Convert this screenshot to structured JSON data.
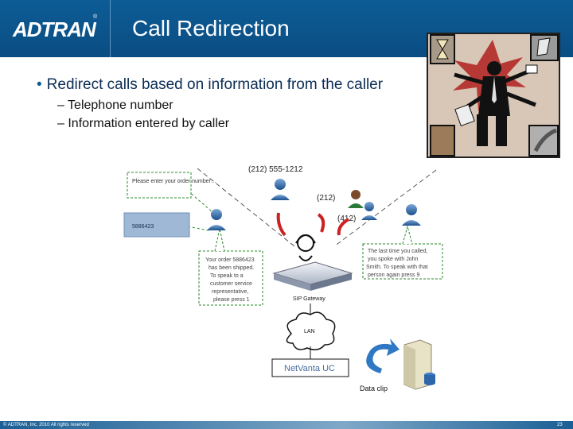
{
  "header": {
    "logo": "ADTRAN",
    "logo_mark": "®",
    "title": "Call Redirection"
  },
  "bullets": {
    "main": "Redirect calls based on information from the caller",
    "sub1": "– Telephone number",
    "sub2": "– Information entered by caller"
  },
  "diagram": {
    "callout_prompt": "Please enter your order number…",
    "callout_input": "5886423",
    "callout_order_lines": [
      "Your order 5886423",
      "has been shipped.",
      "To speak to a",
      "customer service",
      "representative,",
      "please press 1"
    ],
    "callout_last_lines": [
      "The last time you called,",
      "you spoke with John",
      "Smith. To speak with that",
      "person again press 9"
    ],
    "phone_1": "(212) 555-1212",
    "phone_2": "(212)",
    "phone_3": "(412)",
    "gateway_label": "SIP Gateway",
    "lan_label": "LAN",
    "netvanta_label": "NetVanta UC",
    "data_label": "Data clip"
  },
  "footer": {
    "copyright": "© ADTRAN, Inc. 2010 All rights reserved",
    "page": "23"
  },
  "colors": {
    "header": "#0a4d82",
    "callout": "#9fb8d6",
    "arrow": "#cc2222"
  }
}
